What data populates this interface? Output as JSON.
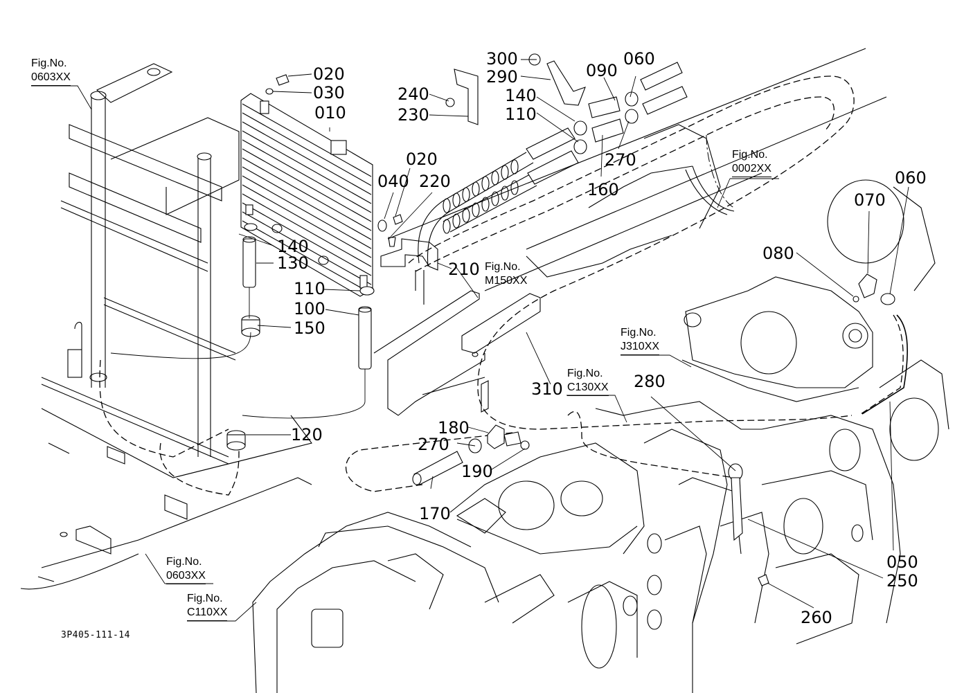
{
  "diagram": {
    "type": "exploded parts diagram",
    "subject": "Oil cooler and hydraulic hoses assembly",
    "drawing_code": "3P405-111-14",
    "callouts": [
      {
        "id": "c-020-a",
        "label": "020"
      },
      {
        "id": "c-030",
        "label": "030"
      },
      {
        "id": "c-010",
        "label": "010"
      },
      {
        "id": "c-020-b",
        "label": "020"
      },
      {
        "id": "c-040",
        "label": "040"
      },
      {
        "id": "c-220",
        "label": "220"
      },
      {
        "id": "c-140-a",
        "label": "140"
      },
      {
        "id": "c-130",
        "label": "130"
      },
      {
        "id": "c-210",
        "label": "210"
      },
      {
        "id": "c-110-a",
        "label": "110"
      },
      {
        "id": "c-100",
        "label": "100"
      },
      {
        "id": "c-150",
        "label": "150"
      },
      {
        "id": "c-120",
        "label": "120"
      },
      {
        "id": "c-310",
        "label": "310"
      },
      {
        "id": "c-300",
        "label": "300"
      },
      {
        "id": "c-290",
        "label": "290"
      },
      {
        "id": "c-240",
        "label": "240"
      },
      {
        "id": "c-230",
        "label": "230"
      },
      {
        "id": "c-140-b",
        "label": "140"
      },
      {
        "id": "c-110-b",
        "label": "110"
      },
      {
        "id": "c-090",
        "label": "090"
      },
      {
        "id": "c-060-a",
        "label": "060"
      },
      {
        "id": "c-270-a",
        "label": "270"
      },
      {
        "id": "c-160",
        "label": "160"
      },
      {
        "id": "c-060-b",
        "label": "060"
      },
      {
        "id": "c-070",
        "label": "070"
      },
      {
        "id": "c-080",
        "label": "080"
      },
      {
        "id": "c-180",
        "label": "180"
      },
      {
        "id": "c-270-b",
        "label": "270"
      },
      {
        "id": "c-190",
        "label": "190"
      },
      {
        "id": "c-170",
        "label": "170"
      },
      {
        "id": "c-280",
        "label": "280"
      },
      {
        "id": "c-050",
        "label": "050"
      },
      {
        "id": "c-250",
        "label": "250"
      },
      {
        "id": "c-260",
        "label": "260"
      }
    ],
    "figure_refs": [
      {
        "id": "f-0603-top",
        "line1": "Fig.No.",
        "line2": "0603XX"
      },
      {
        "id": "f-0002",
        "line1": "Fig.No.",
        "line2": "0002XX"
      },
      {
        "id": "f-m150",
        "line1": "Fig.No.",
        "line2": "M150XX"
      },
      {
        "id": "f-j310",
        "line1": "Fig.No.",
        "line2": "J310XX"
      },
      {
        "id": "f-c130",
        "line1": "Fig.No.",
        "line2": "C130XX"
      },
      {
        "id": "f-0603-bottom",
        "line1": "Fig.No.",
        "line2": "0603XX"
      },
      {
        "id": "f-c110",
        "line1": "Fig.No.",
        "line2": "C110XX"
      }
    ]
  }
}
